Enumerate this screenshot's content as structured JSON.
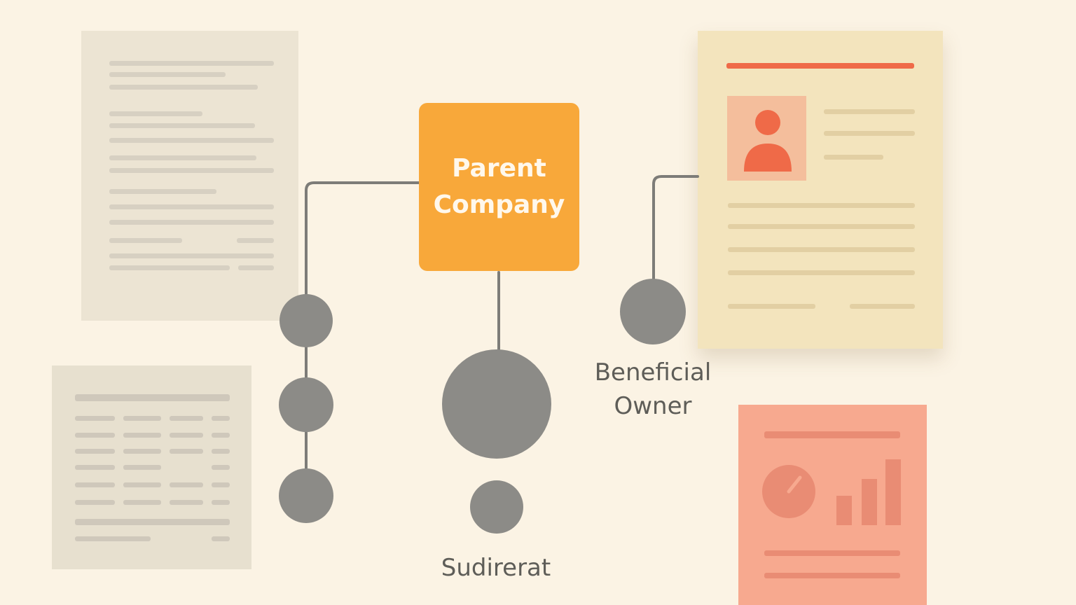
{
  "parent_company": {
    "label": "Parent\nCompany"
  },
  "beneficial_owner": {
    "label": "Beneficial\nOwner"
  },
  "subsidiary": {
    "label": "Sudirerat"
  },
  "colors": {
    "background": "#fbf3e4",
    "parent_box": "#f8a83a",
    "node": "#8c8b87",
    "connector": "#7d7c78",
    "profile_doc": "#f3e4bd",
    "profile_accent": "#ef6a48",
    "report_doc": "#f7a98f"
  },
  "icons": {
    "profile": "person-icon",
    "gauge": "gauge-icon",
    "bar_chart": "bar-chart-icon"
  }
}
